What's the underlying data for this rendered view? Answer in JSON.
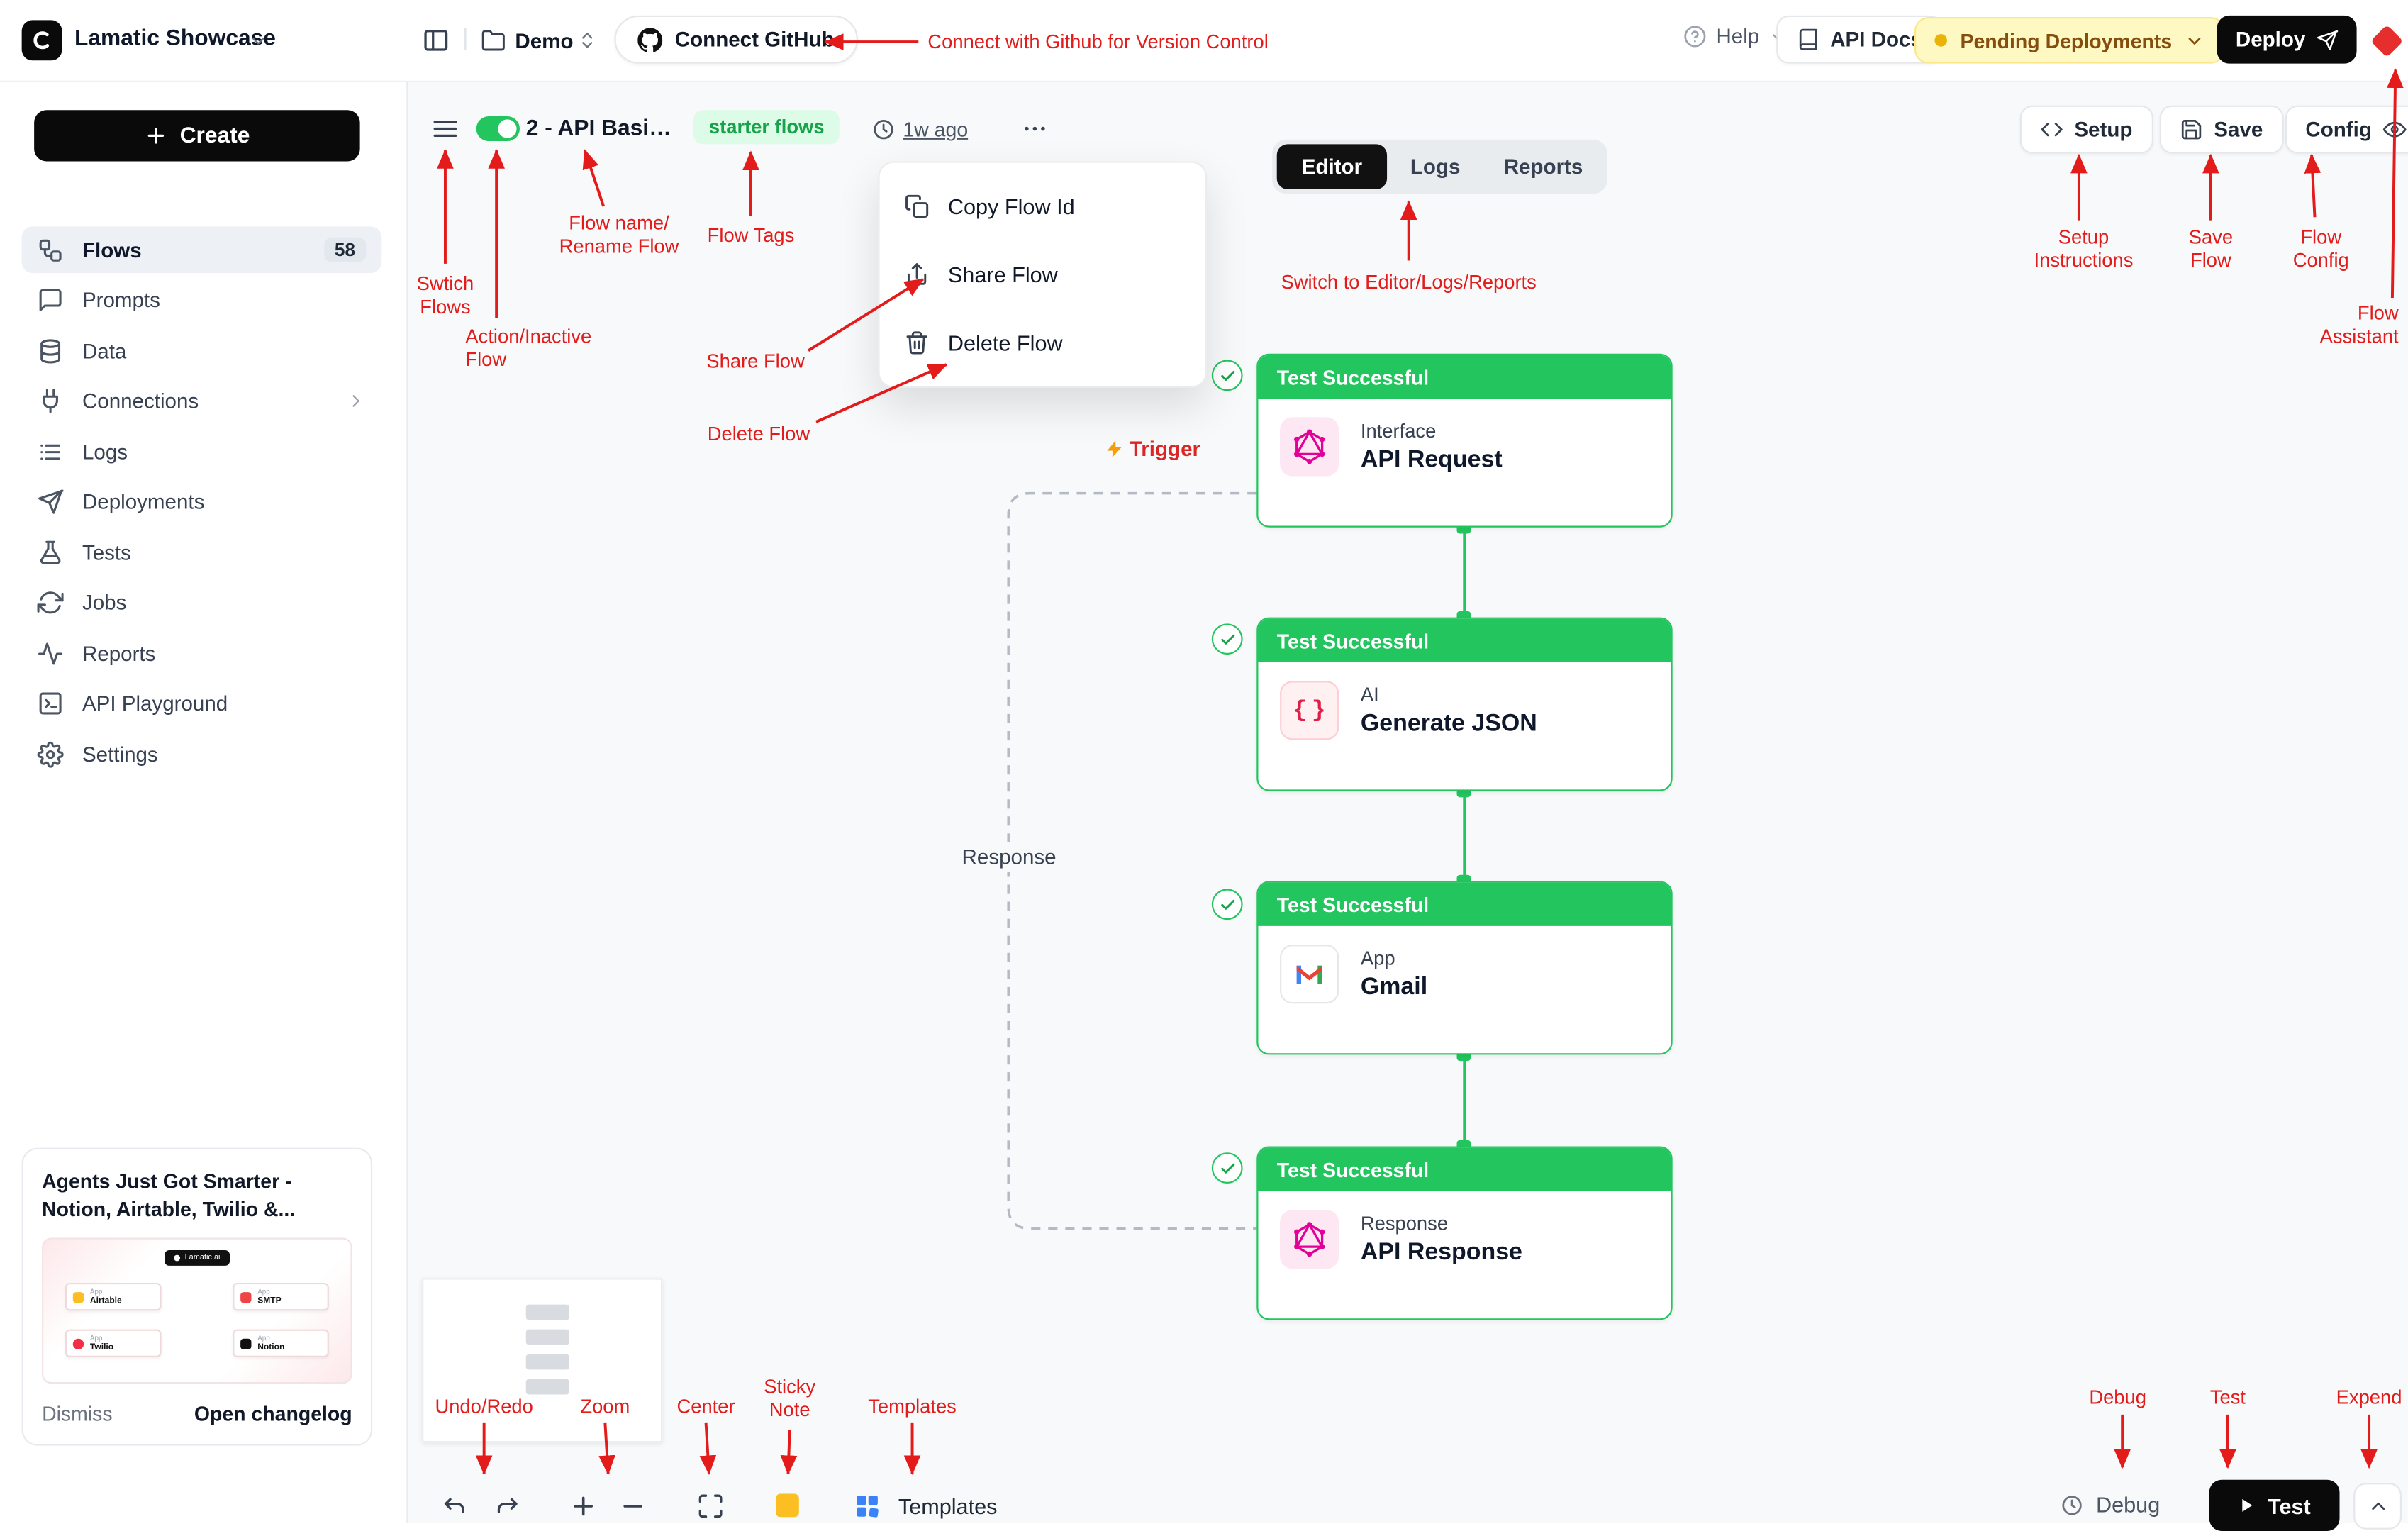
{
  "header": {
    "brand": "Lamatic Showcase",
    "project": "Demo",
    "connect_github_label": "Connect GitHub",
    "help_label": "Help",
    "api_docs_label": "API Docs",
    "pending_label": "Pending Deployments",
    "deploy_label": "Deploy"
  },
  "sidebar": {
    "create_label": "Create",
    "items": [
      {
        "label": "Flows",
        "badge": "58"
      },
      {
        "label": "Prompts"
      },
      {
        "label": "Data"
      },
      {
        "label": "Connections"
      },
      {
        "label": "Logs"
      },
      {
        "label": "Deployments"
      },
      {
        "label": "Tests"
      },
      {
        "label": "Jobs"
      },
      {
        "label": "Reports"
      },
      {
        "label": "API Playground"
      },
      {
        "label": "Settings"
      }
    ],
    "changelog": {
      "title": "Agents Just Got Smarter - Notion, Airtable, Twilio &...",
      "dismiss_label": "Dismiss",
      "open_label": "Open changelog",
      "thumb_brand": "Lamatic.ai",
      "app_tag": "App",
      "apps": [
        {
          "name": "Airtable",
          "color": "#fbbf24"
        },
        {
          "name": "SMTP",
          "color": "#ef4444"
        },
        {
          "name": "Twilio",
          "color": "#f22f46"
        },
        {
          "name": "Notion",
          "color": "#111111"
        }
      ]
    }
  },
  "flowbar": {
    "flow_name": "2 - API Basi…",
    "tag": "starter flows",
    "updated": "1w ago",
    "tabs": [
      {
        "label": "Editor"
      },
      {
        "label": "Logs"
      },
      {
        "label": "Reports"
      }
    ],
    "active_tab": "Editor",
    "setup_label": "Setup",
    "save_label": "Save",
    "config_label": "Config"
  },
  "flow_menu": {
    "items": [
      {
        "label": "Copy Flow Id"
      },
      {
        "label": "Share Flow"
      },
      {
        "label": "Delete Flow"
      }
    ]
  },
  "canvas": {
    "trigger_label": "Trigger",
    "loop_label": "Response",
    "nodes": [
      {
        "status": "Test Successful",
        "type": "Interface",
        "title": "API Request",
        "icon": "graphql"
      },
      {
        "status": "Test Successful",
        "type": "AI",
        "title": "Generate JSON",
        "icon": "json-braces"
      },
      {
        "status": "Test Successful",
        "type": "App",
        "title": "Gmail",
        "icon": "gmail"
      },
      {
        "status": "Test Successful",
        "type": "Response",
        "title": "API Response",
        "icon": "graphql"
      }
    ]
  },
  "bottombar": {
    "templates_label": "Templates",
    "debug_label": "Debug",
    "test_label": "Test"
  },
  "annotations": {
    "github": "Connect with Github for Version Control",
    "switch_flows": "Swtich\nFlows",
    "active_inactive": "Action/Inactive\nFlow",
    "flow_name": "Flow name/\nRename Flow",
    "flow_tags": "Flow Tags",
    "share_flow": "Share Flow",
    "delete_flow": "Delete Flow",
    "switch_tabs": "Switch to Editor/Logs/Reports",
    "setup": "Setup\nInstructions",
    "save": "Save\nFlow",
    "config": "Flow\nConfig",
    "assistant": "Flow\nAssistant",
    "undo": "Undo/Redo",
    "zoom": "Zoom",
    "center": "Center",
    "sticky": "Sticky\nNote",
    "templates": "Templates",
    "debug": "Debug",
    "test": "Test",
    "expand": "Expend"
  },
  "colors": {
    "node_green": "#22c55e",
    "annotation_red": "#e31b1b",
    "graphql_pink": "#e10098",
    "tag_green_bg": "#dcfce7"
  }
}
